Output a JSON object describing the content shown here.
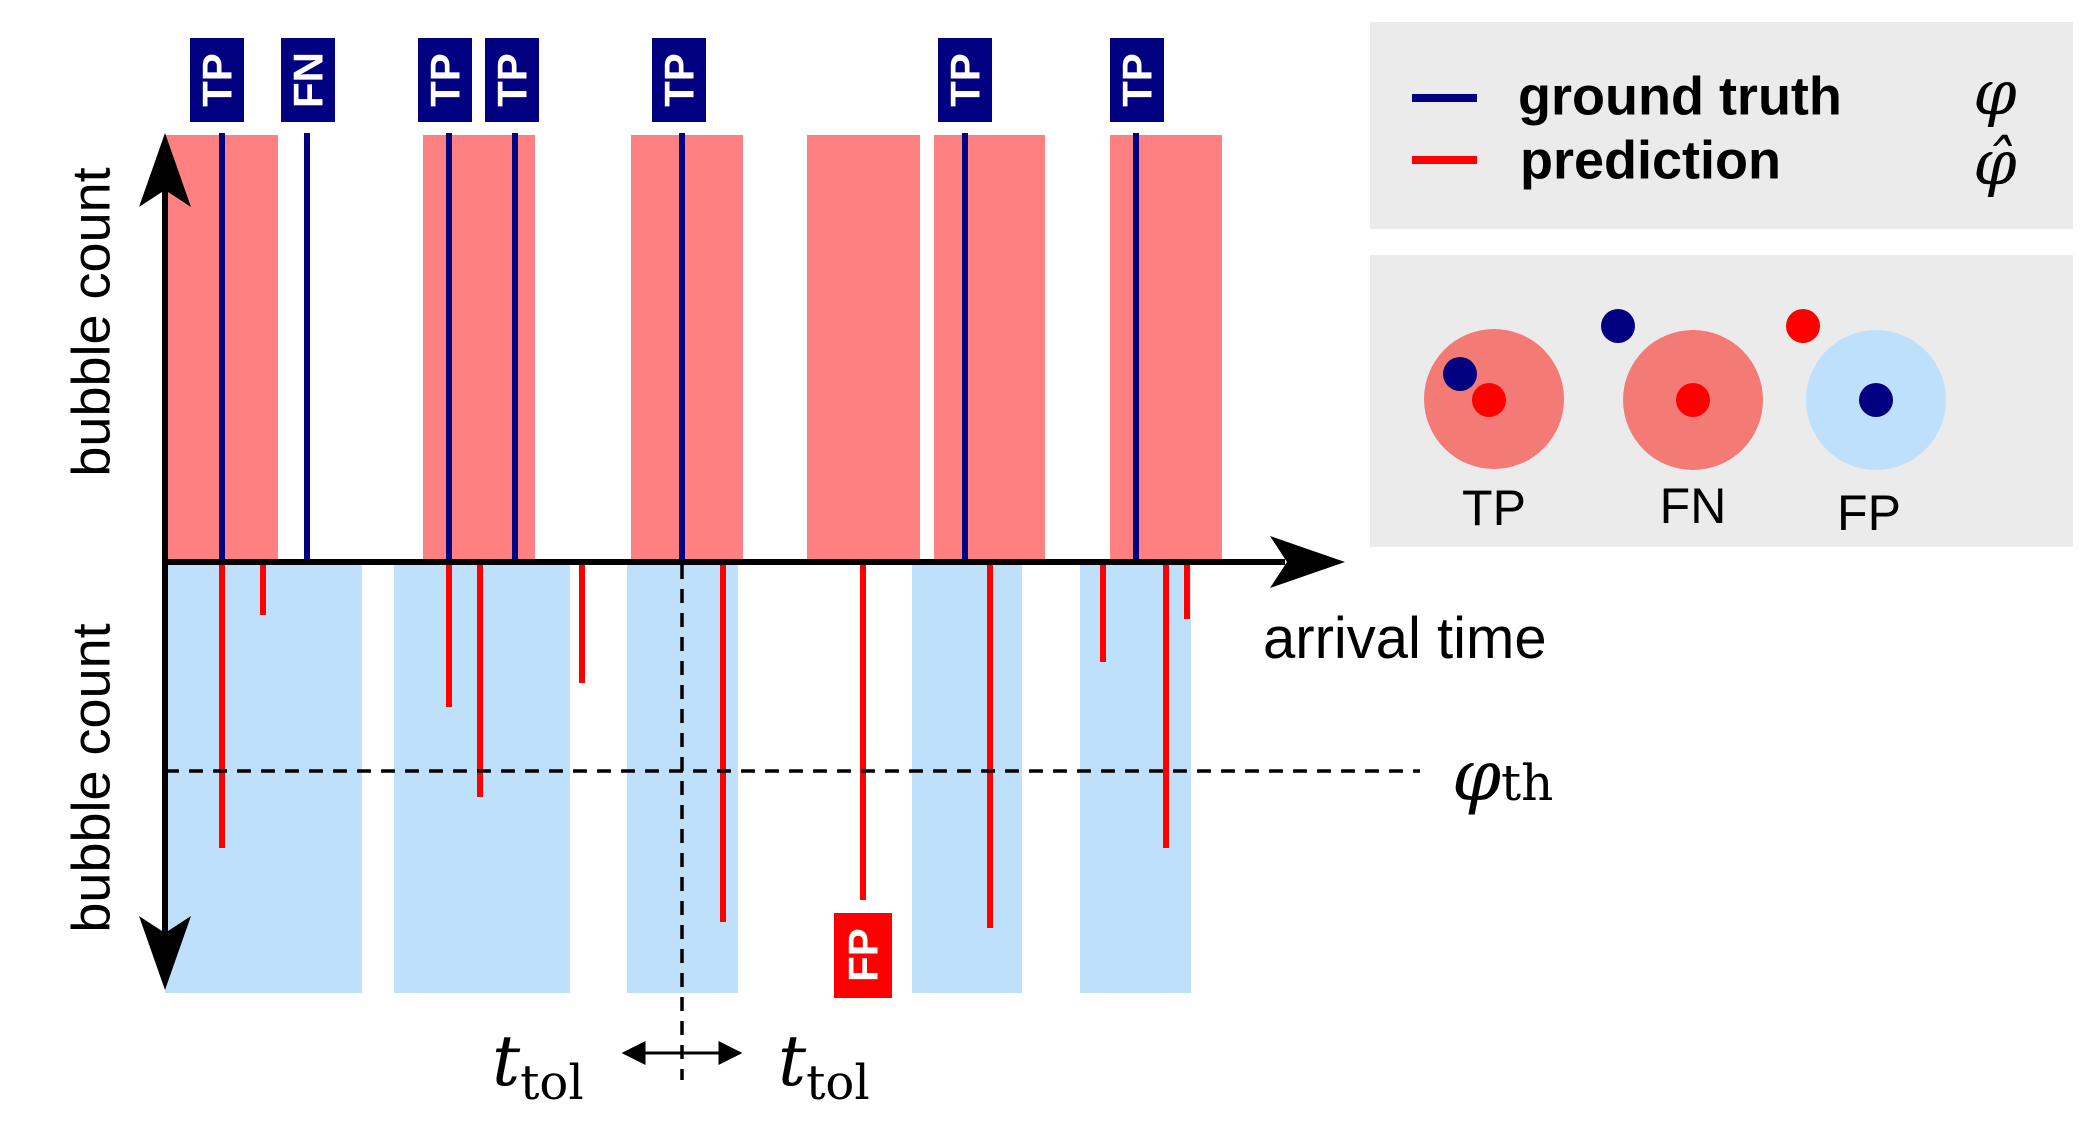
{
  "labels": {
    "y_axis_top": "bubble count",
    "y_axis_bottom": "bubble count",
    "x_axis": "arrival time",
    "threshold_symbol": "φ",
    "threshold_subscript": "th",
    "tolerance_symbol": "t",
    "tolerance_subscript": "tol"
  },
  "legend": {
    "items": [
      {
        "label": "ground truth",
        "symbol": "φ",
        "color": "#000080"
      },
      {
        "label": "prediction",
        "symbol": "φ̂",
        "color": "#ff0000"
      }
    ]
  },
  "classes": {
    "tp": "TP",
    "fn": "FN",
    "fp": "FP"
  },
  "colors": {
    "ground_truth": "#000080",
    "prediction": "#ff0000",
    "gt_region": "#ff8080",
    "pred_region": "#bfe0fb",
    "legend_bg": "#ebebeb",
    "tp_disc": "#f47a76",
    "fn_disc": "#f47a76",
    "fp_disc": "#bfe0fb"
  }
}
